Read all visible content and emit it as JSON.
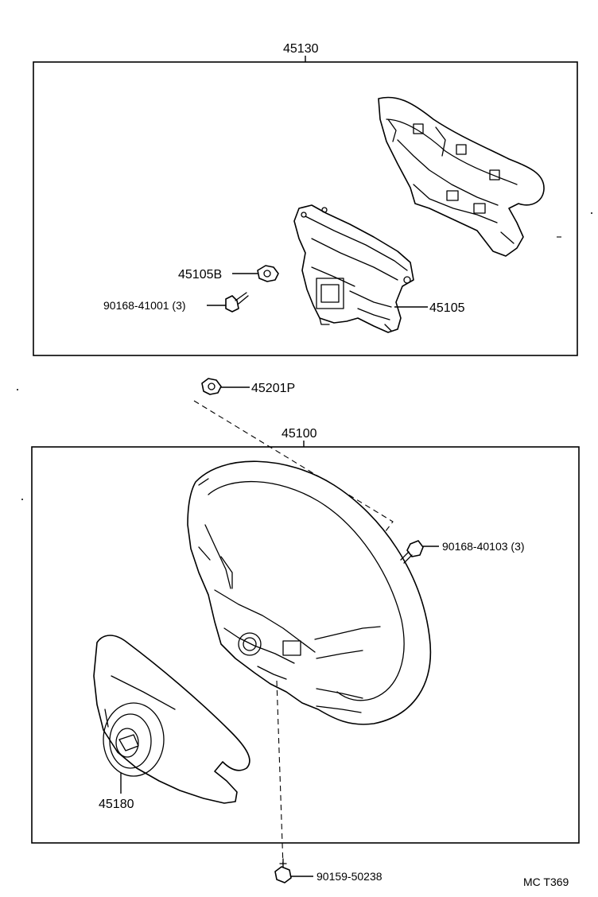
{
  "diagram": {
    "labels": {
      "assy_upper": "45130",
      "bracket_b": "45105B",
      "bolt_upper": "90168-41001 (3)",
      "bracket": "45105",
      "nut": "45201P",
      "wheel_assy": "45100",
      "bolt_right": "90168-40103 (3)",
      "pad": "45180",
      "bolt_bottom": "90159-50238",
      "ref_code": "MC T369"
    }
  }
}
